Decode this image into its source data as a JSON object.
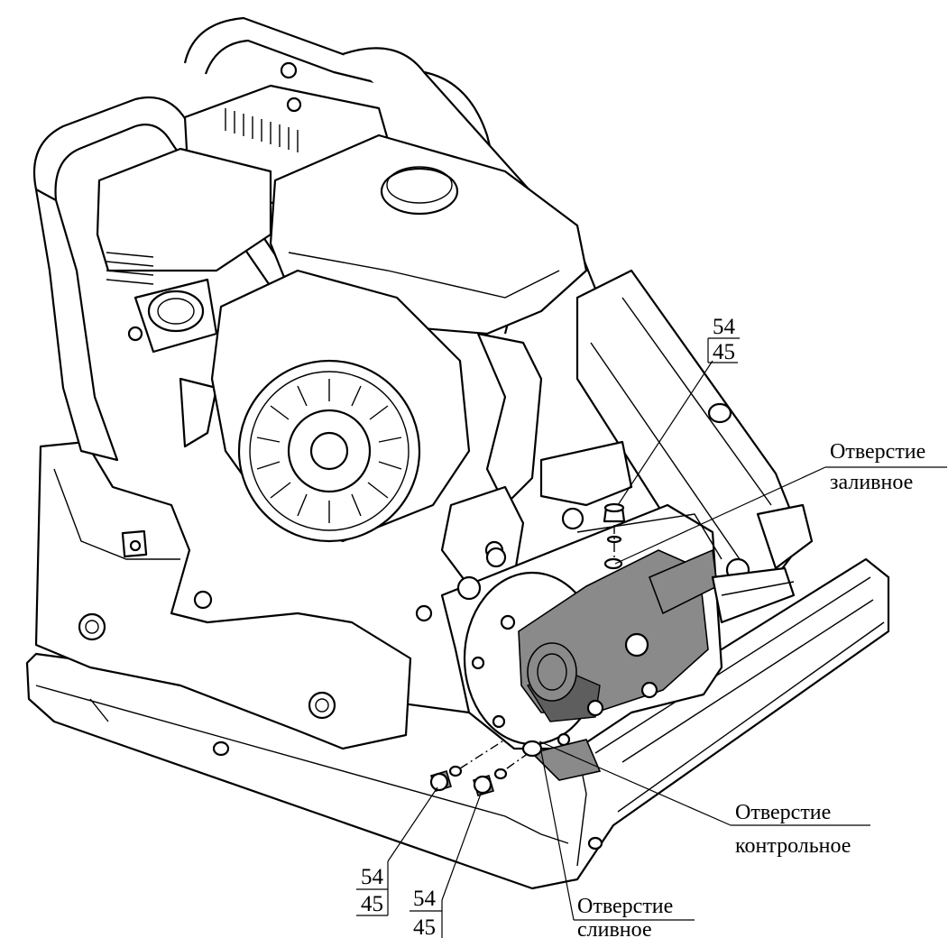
{
  "callouts": {
    "fill_plug": {
      "top": "54",
      "bottom": "45"
    },
    "drain_plug_left": {
      "top": "54",
      "bottom": "45"
    },
    "drain_plug_right": {
      "top": "54",
      "bottom": "45"
    }
  },
  "labels": {
    "filler_hole": [
      "Отверстие",
      "заливное"
    ],
    "control_hole": [
      "Отверстие",
      "контрольное"
    ],
    "drain_hole": [
      "Отверстие",
      "сливное"
    ]
  }
}
